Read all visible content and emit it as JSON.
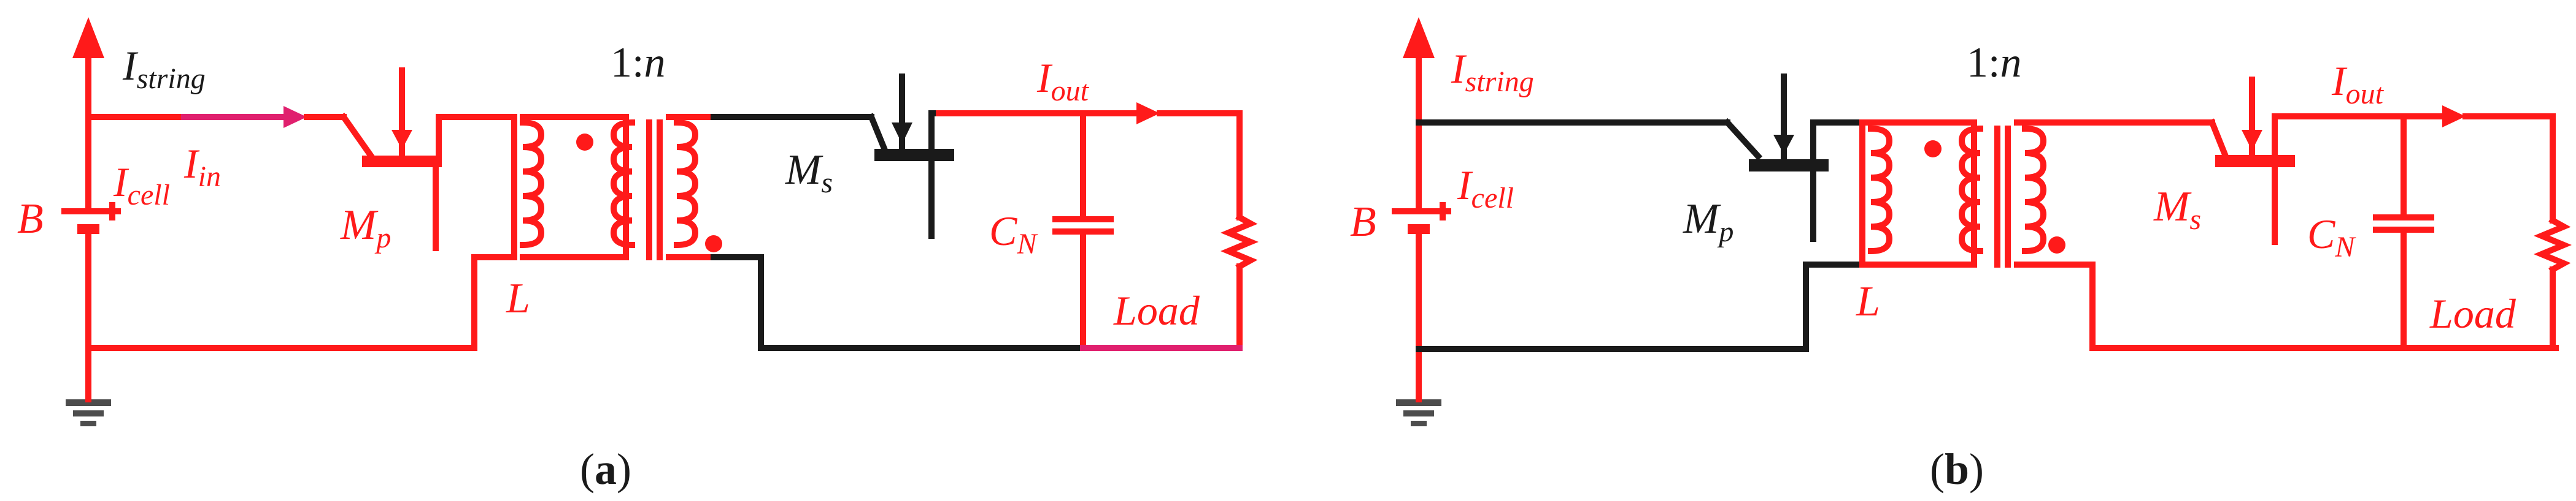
{
  "colors": {
    "active": "#ff1a1a",
    "inactive": "#1a1a1a",
    "highlight": "#e0206e"
  },
  "panel_a": {
    "caption_open": "(",
    "caption_letter": "a",
    "caption_close": ")",
    "labels": {
      "i_string": "I",
      "i_string_sub": "string",
      "i_cell": "I",
      "i_cell_sub": "cell",
      "i_in": "I",
      "i_in_sub": "in",
      "battery": "B",
      "mp": "M",
      "mp_sub": "p",
      "inductor": "L",
      "ratio": "1:",
      "ratio_n": "n",
      "ms": "M",
      "ms_sub": "s",
      "i_out": "I",
      "i_out_sub": "out",
      "cap": "C",
      "cap_sub": "N",
      "load": "Load"
    }
  },
  "panel_b": {
    "caption_open": "(",
    "caption_letter": "b",
    "caption_close": ")",
    "labels": {
      "i_string": "I",
      "i_string_sub": "string",
      "i_cell": "I",
      "i_cell_sub": "cell",
      "battery": "B",
      "mp": "M",
      "mp_sub": "p",
      "inductor": "L",
      "ratio": "1:",
      "ratio_n": "n",
      "ms": "M",
      "ms_sub": "s",
      "i_out": "I",
      "i_out_sub": "out",
      "cap": "C",
      "cap_sub": "N",
      "load": "Load"
    }
  }
}
